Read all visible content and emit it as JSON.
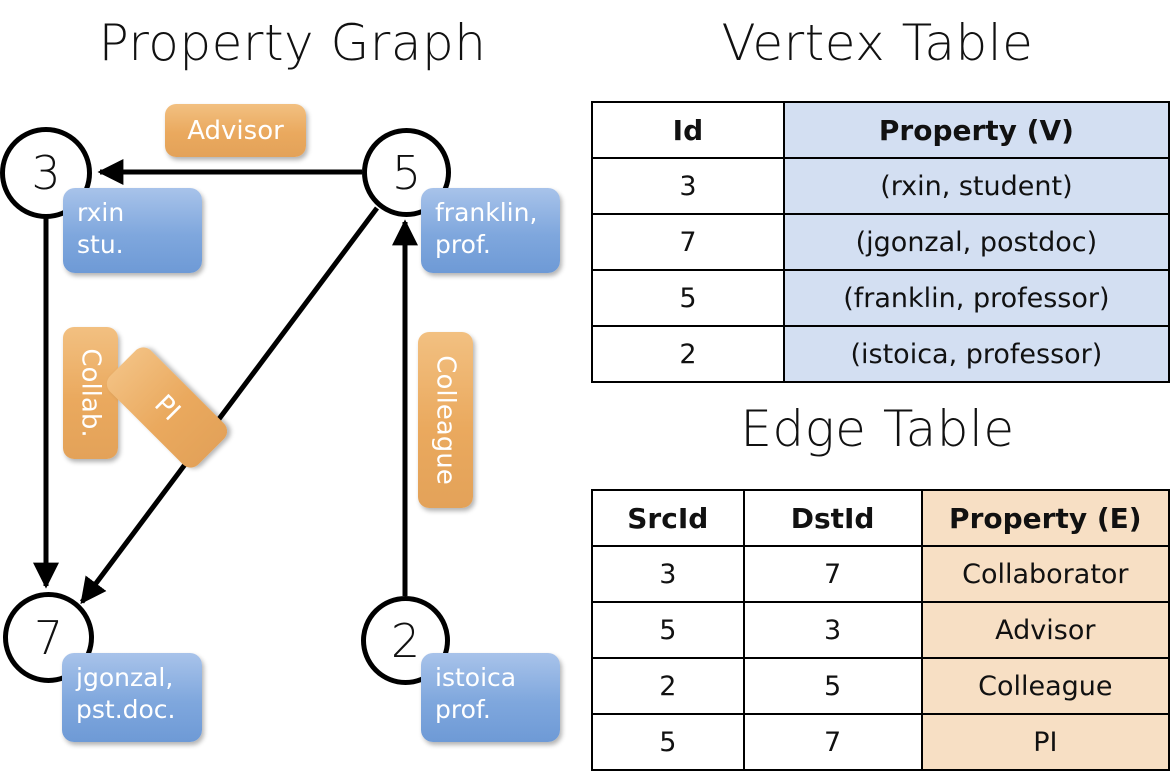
{
  "graph": {
    "title": "Property Graph",
    "nodes": [
      {
        "id": "3",
        "label_line1": "rxin",
        "label_line2": "stu."
      },
      {
        "id": "5",
        "label_line1": "franklin,",
        "label_line2": "prof."
      },
      {
        "id": "7",
        "label_line1": "jgonzal,",
        "label_line2": "pst.doc."
      },
      {
        "id": "2",
        "label_line1": "istoica",
        "label_line2": "prof."
      }
    ],
    "edge_labels": [
      {
        "text": "Advisor"
      },
      {
        "text": "Collab."
      },
      {
        "text": "PI"
      },
      {
        "text": "Colleague"
      }
    ]
  },
  "vertex_table": {
    "title": "Vertex Table",
    "headers": [
      "Id",
      "Property (V)"
    ],
    "rows": [
      [
        "3",
        "(rxin, student)"
      ],
      [
        "7",
        "(jgonzal, postdoc)"
      ],
      [
        "5",
        "(franklin, professor)"
      ],
      [
        "2",
        "(istoica, professor)"
      ]
    ]
  },
  "edge_table": {
    "title": "Edge Table",
    "headers": [
      "SrcId",
      "DstId",
      "Property (E)"
    ],
    "rows": [
      [
        "3",
        "7",
        "Collaborator"
      ],
      [
        "5",
        "3",
        "Advisor"
      ],
      [
        "2",
        "5",
        "Colleague"
      ],
      [
        "5",
        "7",
        "PI"
      ]
    ]
  },
  "colors": {
    "vertex_fill": "#d3dff2",
    "edge_fill": "#f7dfc4",
    "vertex_label_blue": "#7fa7dd",
    "edge_label_orange": "#eaa95e",
    "stroke": "#000000",
    "background": "#ffffff"
  }
}
